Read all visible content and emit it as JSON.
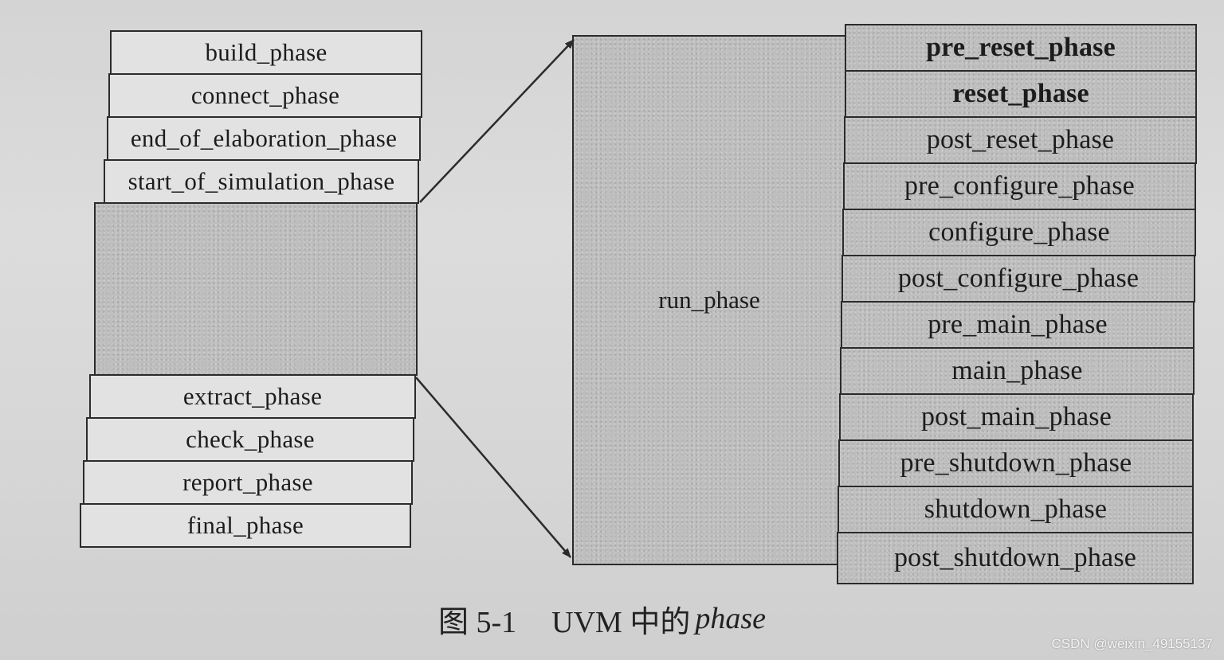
{
  "left_column": {
    "top_phases": [
      "build_phase",
      "connect_phase",
      "end_of_elaboration_phase",
      "start_of_simulation_phase"
    ],
    "bottom_phases": [
      "extract_phase",
      "check_phase",
      "report_phase",
      "final_phase"
    ]
  },
  "right_block": {
    "run_phase_label": "run_phase",
    "sub_phases": [
      "pre_reset_phase",
      "reset_phase",
      "post_reset_phase",
      "pre_configure_phase",
      "configure_phase",
      "post_configure_phase",
      "pre_main_phase",
      "main_phase",
      "post_main_phase",
      "pre_shutdown_phase",
      "shutdown_phase",
      "post_shutdown_phase"
    ]
  },
  "caption": {
    "figure_number": "图 5-1",
    "title_prefix": "UVM 中的",
    "title_italic": "phase"
  },
  "watermark": "CSDN @weixin_49155137"
}
